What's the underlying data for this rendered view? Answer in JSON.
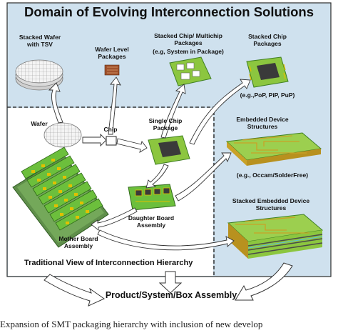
{
  "title": "Domain of Evolving Interconnection Solutions",
  "labels": {
    "stacked_wafer": "Stacked Wafer with TSV",
    "wafer_level": "Wafer Level Packages",
    "stacked_multichip": "Stacked Chip/ Multichip Packages",
    "sip_example": "(e.g, System in Package)",
    "stacked_chip": "Stacked Chip Packages",
    "pop_example": "(e.g.,PoP, PiP, PuP)",
    "wafer": "Wafer",
    "chip": "Chip",
    "single_chip": "Single Chip Package",
    "embedded": "Embedded Device Structures",
    "occam_example": "(e.g., Occam/SolderFree)",
    "stacked_embedded": "Stacked Embedded Device Structures",
    "daughter_board": "Daughter Board Assembly",
    "mother_board": "Mother Board Assembly",
    "traditional_view": "Traditional View of Interconnection Hierarchy",
    "product": "Product/System/Box Assembly"
  },
  "caption": "Expansion of SMT packaging hierarchy with inclusion of new develop",
  "colors": {
    "panel": "#cfe1ee",
    "board_green": "#6cbf3c",
    "dark_green": "#3f7f22",
    "pcb_yellow": "#d7c43a",
    "chip_dark": "#3a3a3a",
    "dashed": "#333333"
  },
  "icons": [
    "wafer-icon",
    "chip-icon",
    "package-icon",
    "board-icon",
    "arrow-icon"
  ]
}
